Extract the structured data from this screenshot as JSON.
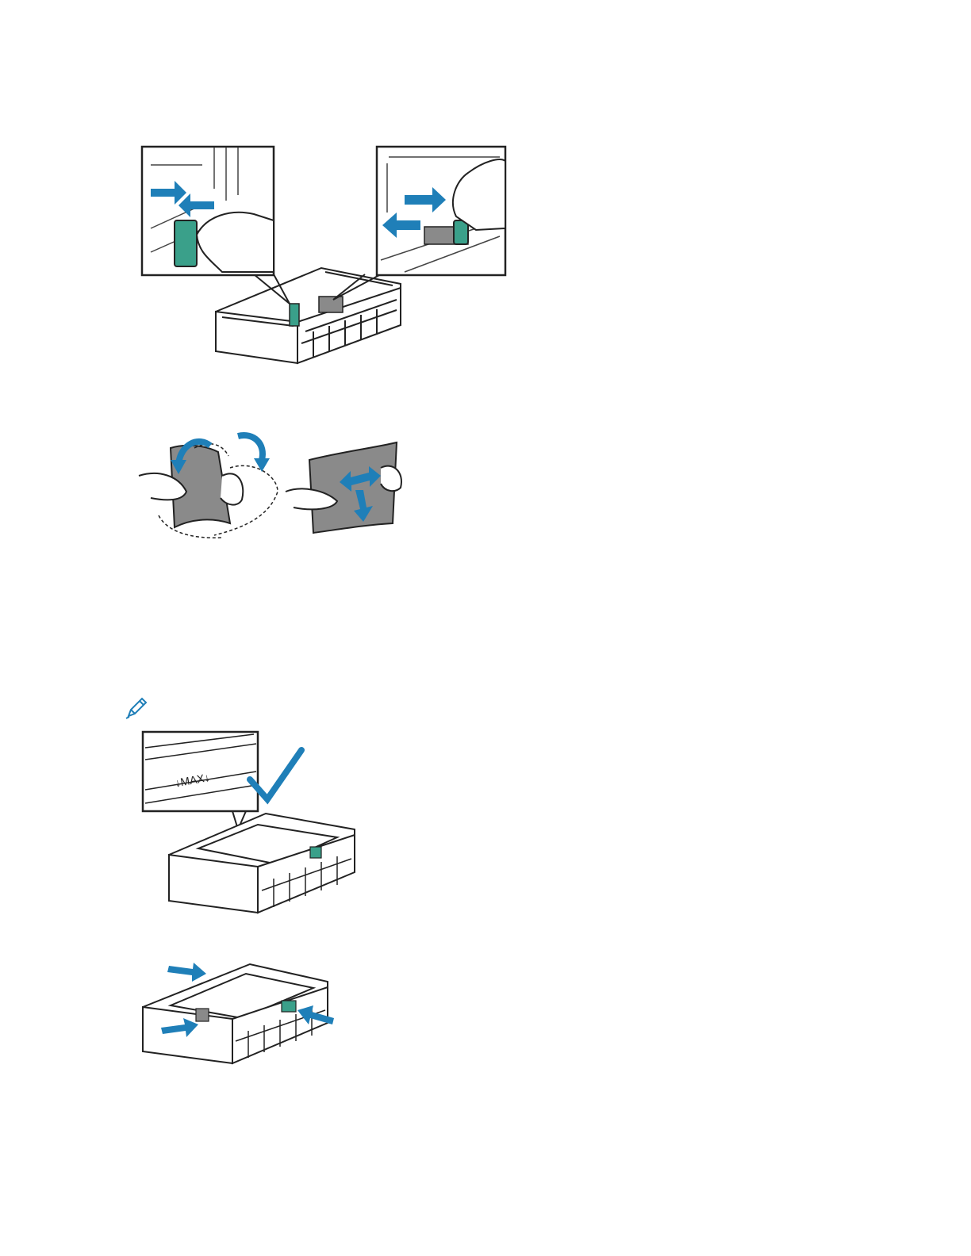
{
  "document": {
    "figures": [
      {
        "id": "adjust-guides",
        "icon": "paper-guide-adjustment-illustration"
      },
      {
        "id": "flex-paper",
        "icon": "fan-paper-illustration"
      },
      {
        "id": "load-paper-max",
        "icon": "max-fill-line-illustration"
      },
      {
        "id": "guides-against-stack",
        "icon": "guides-against-stack-illustration"
      }
    ],
    "note_icon": "pencil-icon",
    "max_label": "↓MAX↓",
    "colors": {
      "arrow": "#1f7fb8",
      "guide_green": "#3aa08a",
      "line": "#222222",
      "paper_gray": "#8a8a8a"
    }
  }
}
